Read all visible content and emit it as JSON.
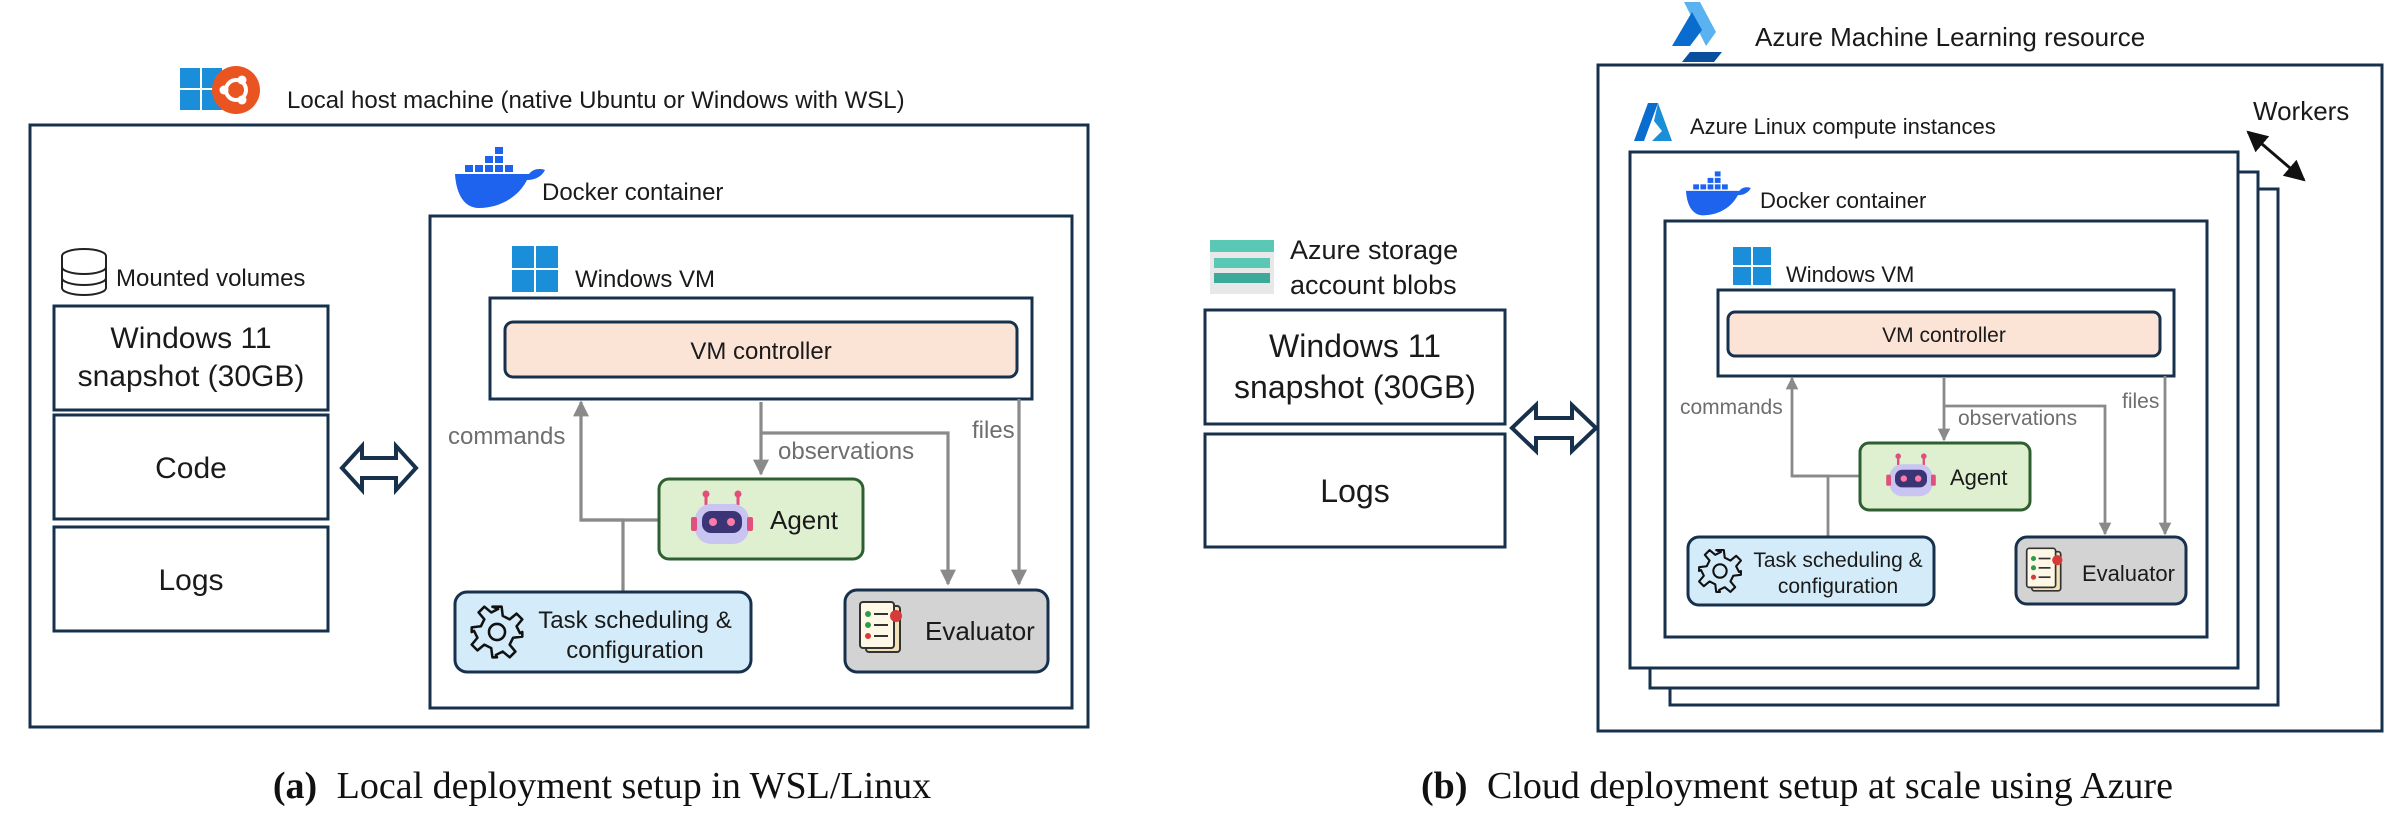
{
  "colors": {
    "navy": "#17314d",
    "gray_arrow": "#8a8a8a",
    "vm_controller_fill": "#fbe3d6",
    "agent_fill": "#dff0d0",
    "agent_border": "#2e5f31",
    "task_fill": "#d4ecfa",
    "task_border": "#17314d",
    "evaluator_fill": "#d3d3d3",
    "docker_blue": "#1d63ed",
    "windows_blue": "#1a8ed8",
    "ubuntu_orange": "#e95420",
    "azure_blue": "#0a6ccf",
    "storage_teal": "#59c8b5"
  },
  "panel_a": {
    "host_label": "Local host machine (native Ubuntu or Windows with WSL)",
    "volumes": {
      "label": "Mounted volumes",
      "snapshot": [
        "Windows 11",
        "snapshot (30GB)"
      ],
      "code": "Code",
      "logs": "Logs"
    },
    "docker_label": "Docker container",
    "vm_label": "Windows VM",
    "vm_controller": "VM controller",
    "commands": "commands",
    "observations": "observations",
    "files": "files",
    "agent": "Agent",
    "task": [
      "Task scheduling &",
      "configuration"
    ],
    "evaluator": "Evaluator",
    "caption_letter": "(a)",
    "caption_text": "Local deployment setup in WSL/Linux"
  },
  "panel_b": {
    "azure_ml_label": "Azure Machine Learning resource",
    "storage_label": [
      "Azure storage",
      "account blobs"
    ],
    "snapshot": [
      "Windows 11",
      "snapshot (30GB)"
    ],
    "logs": "Logs",
    "compute_label": "Azure Linux compute instances",
    "workers": "Workers",
    "docker_label": "Docker container",
    "vm_label": "Windows VM",
    "vm_controller": "VM controller",
    "commands": "commands",
    "observations": "observations",
    "files": "files",
    "agent": "Agent",
    "task": [
      "Task scheduling &",
      "configuration"
    ],
    "evaluator": "Evaluator",
    "caption_letter": "(b)",
    "caption_text": "Cloud deployment setup at scale using Azure"
  }
}
